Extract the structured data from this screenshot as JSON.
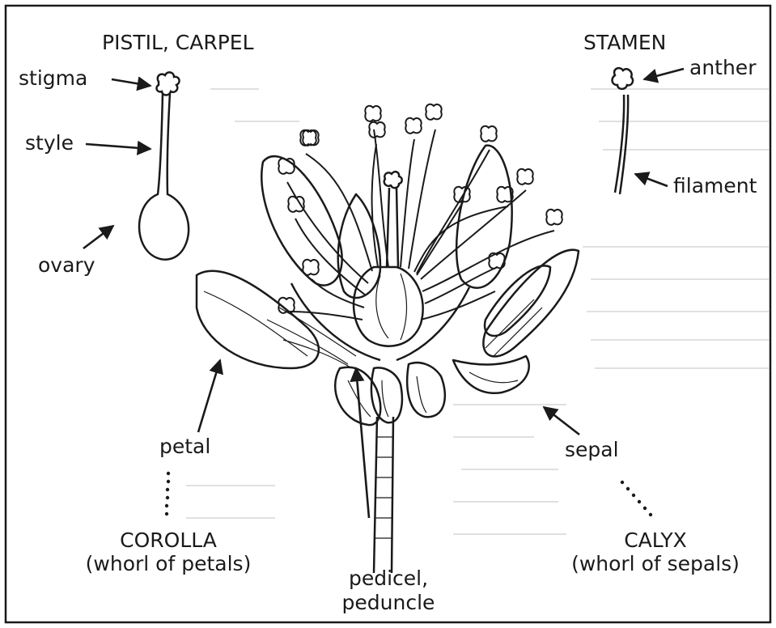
{
  "diagram": {
    "headings": {
      "pistil": "PISTIL, CARPEL",
      "stamen": "STAMEN"
    },
    "labels": {
      "stigma": "stigma",
      "style": "style",
      "ovary": "ovary",
      "anther": "anther",
      "filament": "filament",
      "petal": "petal",
      "sepal": "sepal",
      "pedicel": "pedicel,",
      "peduncle": "peduncle",
      "corolla": "COROLLA",
      "corolla_desc": "(whorl of petals)",
      "calyx": "CALYX",
      "calyx_desc": "(whorl of sepals)"
    },
    "colors": {
      "ink": "#1a1a1a",
      "background": "#ffffff",
      "faded_text": "#c9c9c9"
    }
  }
}
